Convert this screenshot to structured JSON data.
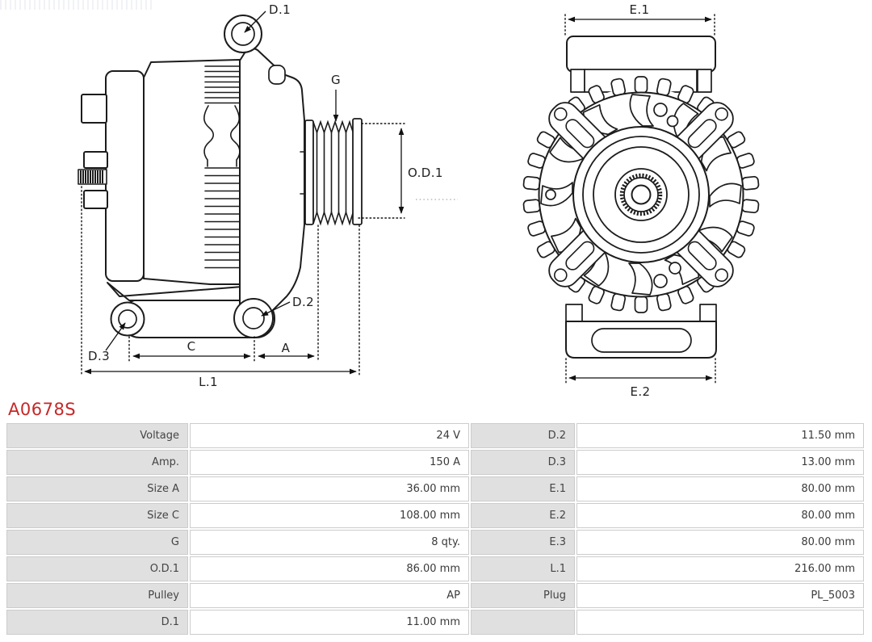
{
  "part_number": "A0678S",
  "colors": {
    "part_number_red": "#c62828",
    "diagram_line": "#1c1c1c",
    "table_label_bg": "#e0e0e0",
    "table_border": "#cccccc"
  },
  "diagram": {
    "side_view_labels": {
      "d1": "D.1",
      "g": "G",
      "od1": "O.D.1",
      "d2": "D.2",
      "d3": "D.3",
      "c": "C",
      "a": "A",
      "l1": "L.1"
    },
    "front_view_labels": {
      "e1": "E.1",
      "e2": "E.2"
    }
  },
  "spec_table": {
    "rows": [
      {
        "label1": "Voltage",
        "value1": "24 V",
        "label2": "D.2",
        "value2": "11.50 mm"
      },
      {
        "label1": "Amp.",
        "value1": "150 A",
        "label2": "D.3",
        "value2": "13.00 mm"
      },
      {
        "label1": "Size A",
        "value1": "36.00 mm",
        "label2": "E.1",
        "value2": "80.00 mm"
      },
      {
        "label1": "Size C",
        "value1": "108.00 mm",
        "label2": "E.2",
        "value2": "80.00 mm"
      },
      {
        "label1": "G",
        "value1": "8 qty.",
        "label2": "E.3",
        "value2": "80.00 mm"
      },
      {
        "label1": "O.D.1",
        "value1": "86.00 mm",
        "label2": "L.1",
        "value2": "216.00 mm"
      },
      {
        "label1": "Pulley",
        "value1": "AP",
        "label2": "Plug",
        "value2": "PL_5003"
      },
      {
        "label1": "D.1",
        "value1": "11.00 mm",
        "label2": "",
        "value2": ""
      }
    ]
  }
}
